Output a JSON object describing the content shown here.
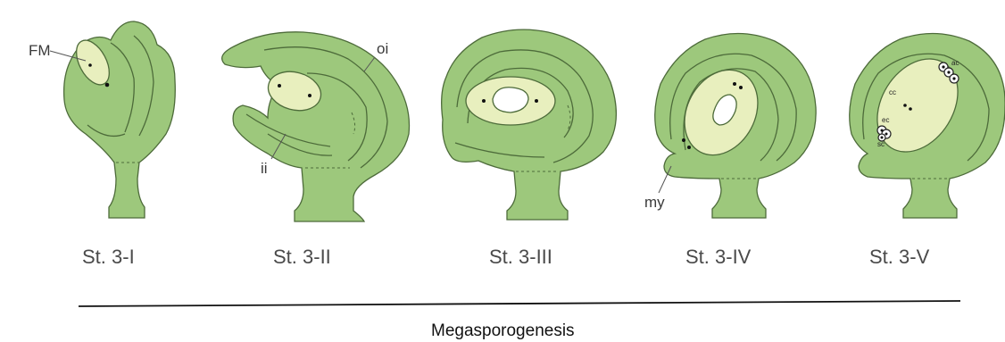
{
  "figure": {
    "stages": [
      {
        "label": "St. 3-I"
      },
      {
        "label": "St. 3-II"
      },
      {
        "label": "St. 3-III"
      },
      {
        "label": "St. 3-IV"
      },
      {
        "label": "St. 3-V"
      }
    ],
    "annotations": {
      "fm": "FM",
      "oi": "oi",
      "ii": "ii",
      "my": "my",
      "ac": "ac",
      "cc": "cc",
      "ec": "ec",
      "sc": "sc"
    },
    "caption": "Megasporogenesis",
    "colors": {
      "tissue": "#9dc87c",
      "nucellus": "#e8efbe",
      "outline": "#4d6b3a"
    }
  }
}
